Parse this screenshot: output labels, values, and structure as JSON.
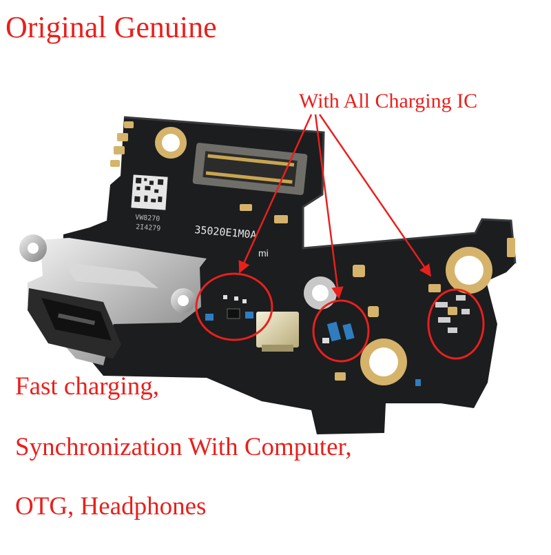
{
  "headline": "Original Genuine",
  "callout": "With All Charging IC",
  "features": [
    "Fast charging,",
    "Synchronization With Computer,",
    "OTG, Headphones"
  ],
  "board_marks": {
    "part_code": "35020E1M0A",
    "brand": "mi",
    "label_line1": "VW8270",
    "label_line2": "2I4279"
  },
  "colors": {
    "text_red": "#e8201c",
    "pcb": "#1c1d1f",
    "gold": "#d6b36a",
    "callout_circle": "#e8201c"
  }
}
